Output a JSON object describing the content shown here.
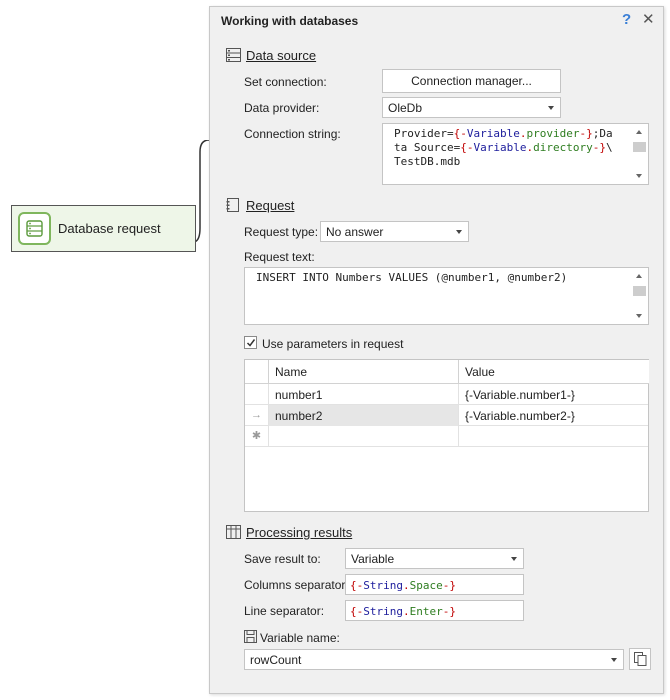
{
  "node": {
    "label": "Database request",
    "icon": "database-icon"
  },
  "dialog": {
    "title": "Working with databases",
    "help": "?",
    "close": "✕"
  },
  "data_source": {
    "heading": "Data source",
    "set_connection_label": "Set connection:",
    "connection_manager_btn": "Connection manager...",
    "data_provider_label": "Data provider:",
    "data_provider_value": "OleDb",
    "connection_string_label": "Connection string:",
    "connection_string": {
      "p1": "Provider=",
      "var1_open": "{-",
      "var1_kw": "Variable",
      "var1_dot": ".",
      "var1_name": "provider",
      "var1_close": "-}",
      "p2": ";Da",
      "p3": "ta Source=",
      "var2_open": "{-",
      "var2_kw": "Variable",
      "var2_dot": ".",
      "var2_name": "directory",
      "var2_close": "-}",
      "p4": "\\",
      "p5": "TestDB.mdb"
    }
  },
  "request": {
    "heading": "Request",
    "type_label": "Request type:",
    "type_value": "No answer",
    "text_label": "Request text:",
    "text_value": "INSERT INTO Numbers VALUES (@number1, @number2)",
    "use_params_label": "Use parameters in request",
    "use_params_checked": true,
    "columns": [
      "Name",
      "Value"
    ],
    "rows": [
      {
        "indicator": "",
        "name": "number1",
        "value": "{-Variable.number1-}"
      },
      {
        "indicator": "→",
        "name": "number2",
        "value": "{-Variable.number2-}"
      },
      {
        "indicator": "✱",
        "name": "",
        "value": ""
      }
    ]
  },
  "processing": {
    "heading": "Processing results",
    "save_result_label": "Save result to:",
    "save_result_value": "Variable",
    "columns_sep_label": "Columns separator:",
    "columns_sep": {
      "open": "{-",
      "kw": "String",
      "dot": ".",
      "name": "Space",
      "close": "-}"
    },
    "line_sep_label": "Line separator:",
    "line_sep": {
      "open": "{-",
      "kw": "String",
      "dot": ".",
      "name": "Enter",
      "close": "-}"
    },
    "variable_name_label": "Variable name:",
    "variable_name_value": "rowCount"
  },
  "colors": {
    "node_border": "#7fb65d",
    "help_blue": "#3a7fd6",
    "macro_red": "#c00000",
    "macro_blue": "#1d1d9c",
    "macro_green": "#2e7d20"
  }
}
